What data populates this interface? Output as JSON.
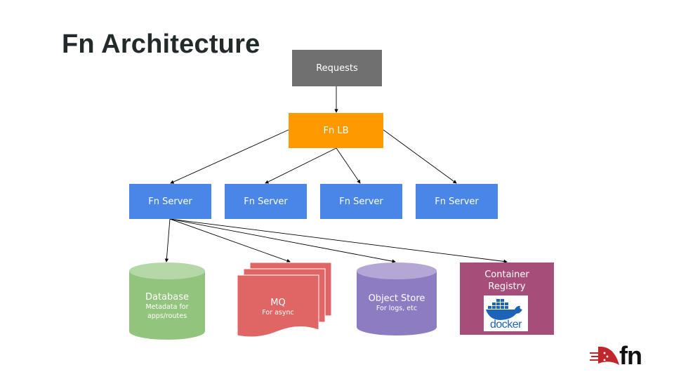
{
  "title": "Fn Architecture",
  "nodes": {
    "requests": "Requests",
    "load_balancer": "Fn LB",
    "servers": [
      "Fn Server",
      "Fn Server",
      "Fn Server",
      "Fn Server"
    ],
    "database": {
      "label": "Database",
      "sublabel_line1": "Metadata for",
      "sublabel_line2": "apps/routes"
    },
    "mq": {
      "label": "MQ",
      "sublabel": "For async"
    },
    "object_store": {
      "label": "Object Store",
      "sublabel": "For logs, etc"
    },
    "container_registry": {
      "label_line1": "Container",
      "label_line2": "Registry",
      "logo_text": "docker"
    }
  },
  "brand": {
    "logo_text": "fn"
  },
  "colors": {
    "requests": "#707070",
    "load_balancer": "#ff9900",
    "server": "#4a86e8",
    "database": "#93c47d",
    "mq": "#e06666",
    "object_store": "#8e7cc3",
    "registry": "#a64d79",
    "docker": "#1d63b8",
    "fn_red": "#c0272d"
  },
  "edges": [
    {
      "from": "Requests",
      "to": "Fn LB"
    },
    {
      "from": "Fn LB",
      "to": "Fn Server 1"
    },
    {
      "from": "Fn LB",
      "to": "Fn Server 2"
    },
    {
      "from": "Fn LB",
      "to": "Fn Server 3"
    },
    {
      "from": "Fn LB",
      "to": "Fn Server 4"
    },
    {
      "from": "Fn Server 1",
      "to": "Database"
    },
    {
      "from": "Fn Server 1",
      "to": "MQ"
    },
    {
      "from": "Fn Server 1",
      "to": "Object Store"
    },
    {
      "from": "Fn Server 1",
      "to": "Container Registry"
    }
  ]
}
